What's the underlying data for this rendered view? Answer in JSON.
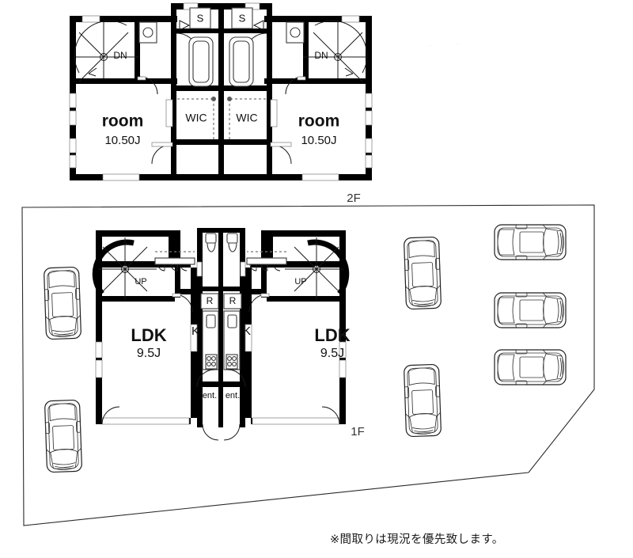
{
  "document": {
    "kind": "real-estate-floor-plan",
    "note": "※間取りは現況を優先致します。"
  },
  "floors": [
    {
      "id": "2f",
      "label": "2F",
      "units": [
        {
          "side": "left",
          "rooms": [
            {
              "name": "room",
              "size": "10.50J"
            },
            {
              "name": "WIC",
              "size": ""
            }
          ],
          "stair_label": "DN",
          "storage_label": "S"
        },
        {
          "side": "right",
          "rooms": [
            {
              "name": "room",
              "size": "10.50J"
            },
            {
              "name": "WIC",
              "size": ""
            }
          ],
          "stair_label": "DN",
          "storage_label": "S"
        }
      ]
    },
    {
      "id": "1f",
      "label": "1F",
      "units": [
        {
          "side": "left",
          "rooms": [
            {
              "name": "LDK",
              "size": "9.5J"
            }
          ],
          "stair_label": "UP",
          "kitchen_label": "K",
          "fridge_label": "R",
          "entrance_label": "ent."
        },
        {
          "side": "right",
          "rooms": [
            {
              "name": "LDK",
              "size": "9.5J"
            }
          ],
          "stair_label": "UP",
          "kitchen_label": "K",
          "fridge_label": "R",
          "entrance_label": "ent."
        }
      ]
    }
  ],
  "labels": {
    "room": "room",
    "room_size": "10.50J",
    "wic": "WIC",
    "storage": "S",
    "stair_down": "DN",
    "stair_up": "UP",
    "ldk": "LDK",
    "ldk_size": "9.5J",
    "kitchen": "K",
    "fridge": "R",
    "entrance": "ent.",
    "floor_2f": "2F",
    "floor_1f": "1F"
  },
  "site": {
    "parking_spaces": 7,
    "cars_left": [
      {
        "id": "car-left-upper",
        "orientation": "vertical"
      },
      {
        "id": "car-left-lower",
        "orientation": "vertical"
      }
    ],
    "cars_middle": [
      {
        "id": "car-mid-upper",
        "orientation": "vertical"
      },
      {
        "id": "car-mid-lower",
        "orientation": "vertical"
      }
    ],
    "cars_right": [
      {
        "id": "car-right-top",
        "orientation": "horizontal"
      },
      {
        "id": "car-right-middle",
        "orientation": "horizontal"
      },
      {
        "id": "car-right-bottom",
        "orientation": "horizontal"
      }
    ]
  },
  "colors": {
    "wall": "#000000",
    "line": "#1a1a1a",
    "background": "#ffffff",
    "window": "#ffffff",
    "dashed": "#767676"
  }
}
